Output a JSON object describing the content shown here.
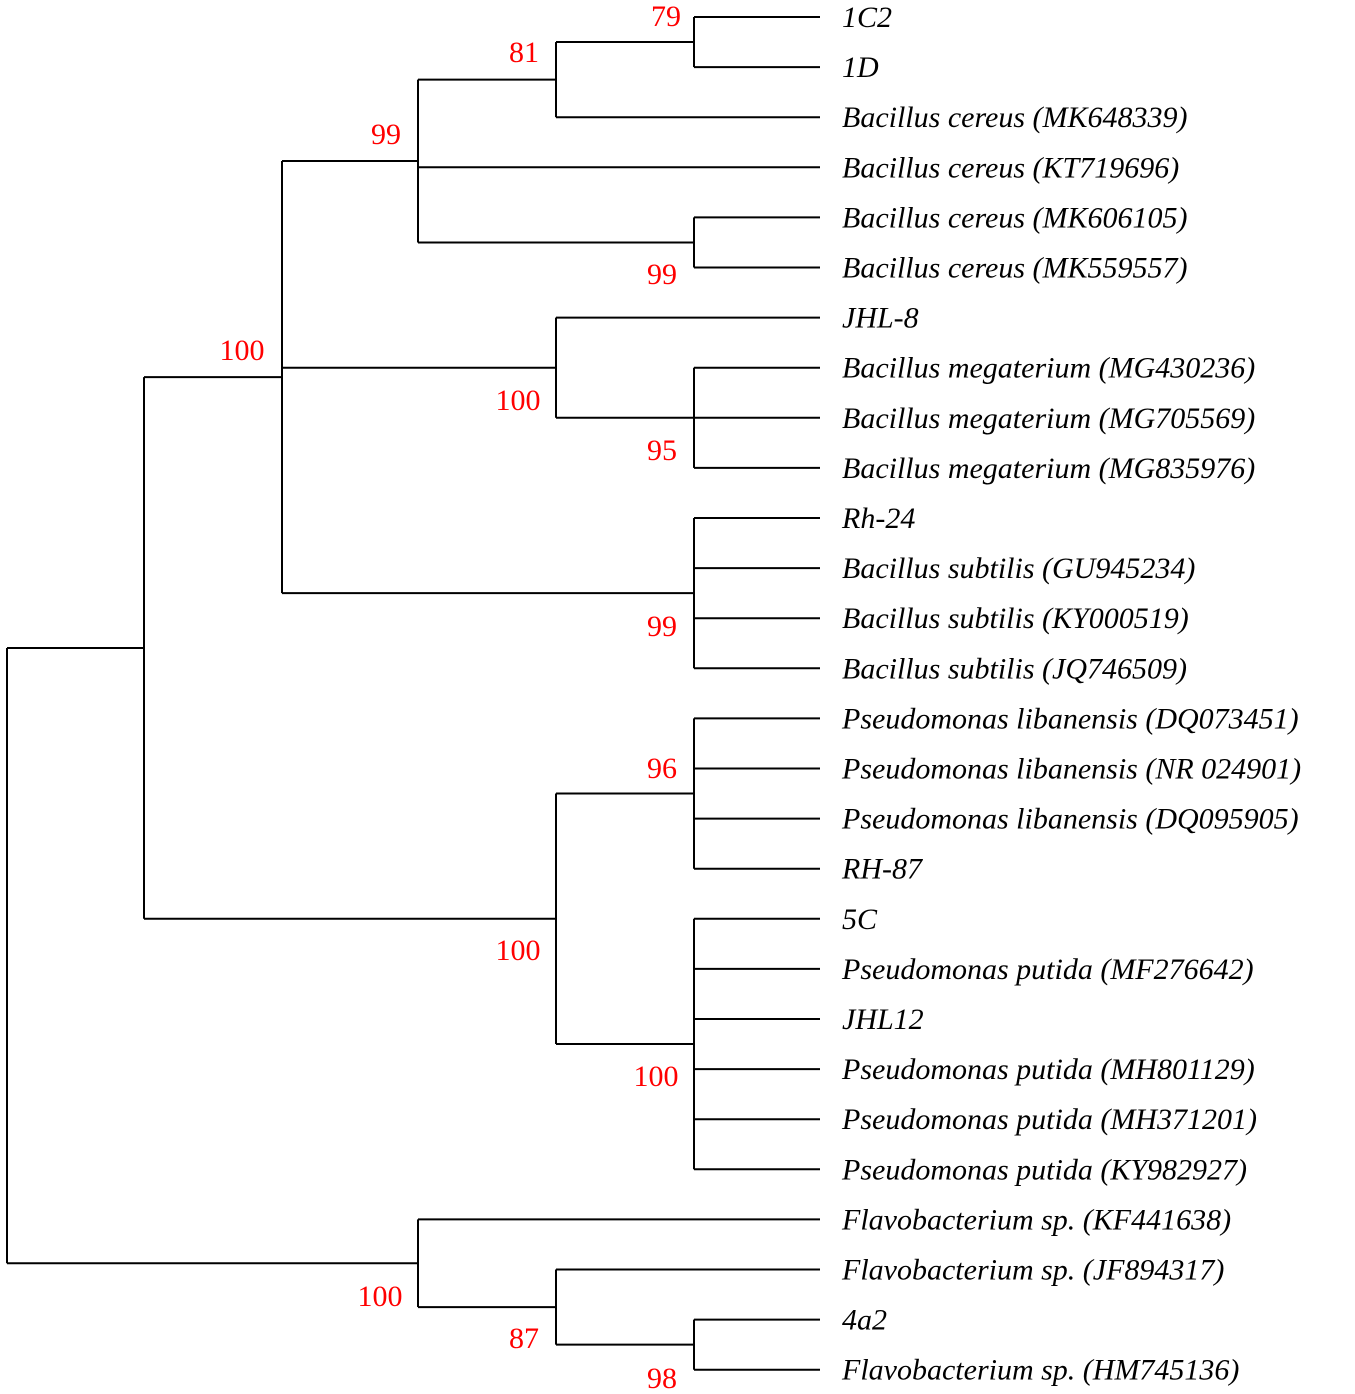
{
  "colors": {
    "branch": "#000000",
    "support_value": "#ff0000",
    "label": "#000000"
  },
  "tree": {
    "leaves": [
      "1C2",
      "1D",
      "Bacillus cereus (MK648339)",
      "Bacillus cereus (KT719696)",
      "Bacillus cereus (MK606105)",
      "Bacillus cereus (MK559557)",
      "JHL-8",
      "Bacillus megaterium (MG430236)",
      "Bacillus megaterium (MG705569)",
      "Bacillus megaterium (MG835976)",
      "Rh-24",
      "Bacillus subtilis (GU945234)",
      "Bacillus subtilis (KY000519)",
      "Bacillus subtilis (JQ746509)",
      "Pseudomonas libanensis (DQ073451)",
      "Pseudomonas libanensis (NR 024901)",
      "Pseudomonas libanensis (DQ095905)",
      "RH-87",
      "5C",
      "Pseudomonas putida (MF276642)",
      "JHL12",
      "Pseudomonas putida (MH801129)",
      "Pseudomonas putida (MH371201)",
      "Pseudomonas putida (KY982927)",
      "Flavobacterium sp. (KF441638)",
      "Flavobacterium sp. (JF894317)",
      "4a2",
      "Flavobacterium sp. (HM745136)"
    ],
    "support_values": {
      "n_1c2_1d": "79",
      "n_cereus_a": "81",
      "n_cereus_pair": "99",
      "n_cereus_all": "99",
      "n_megaterium": "95",
      "n_jhl8_meg": "100",
      "n_subtilis": "99",
      "n_bacillus": "100",
      "n_libanensis": "96",
      "n_putida": "100",
      "n_pseudomonas": "100",
      "n_4a2": "98",
      "n_flavo_sub": "87",
      "n_flavo": "100"
    }
  }
}
